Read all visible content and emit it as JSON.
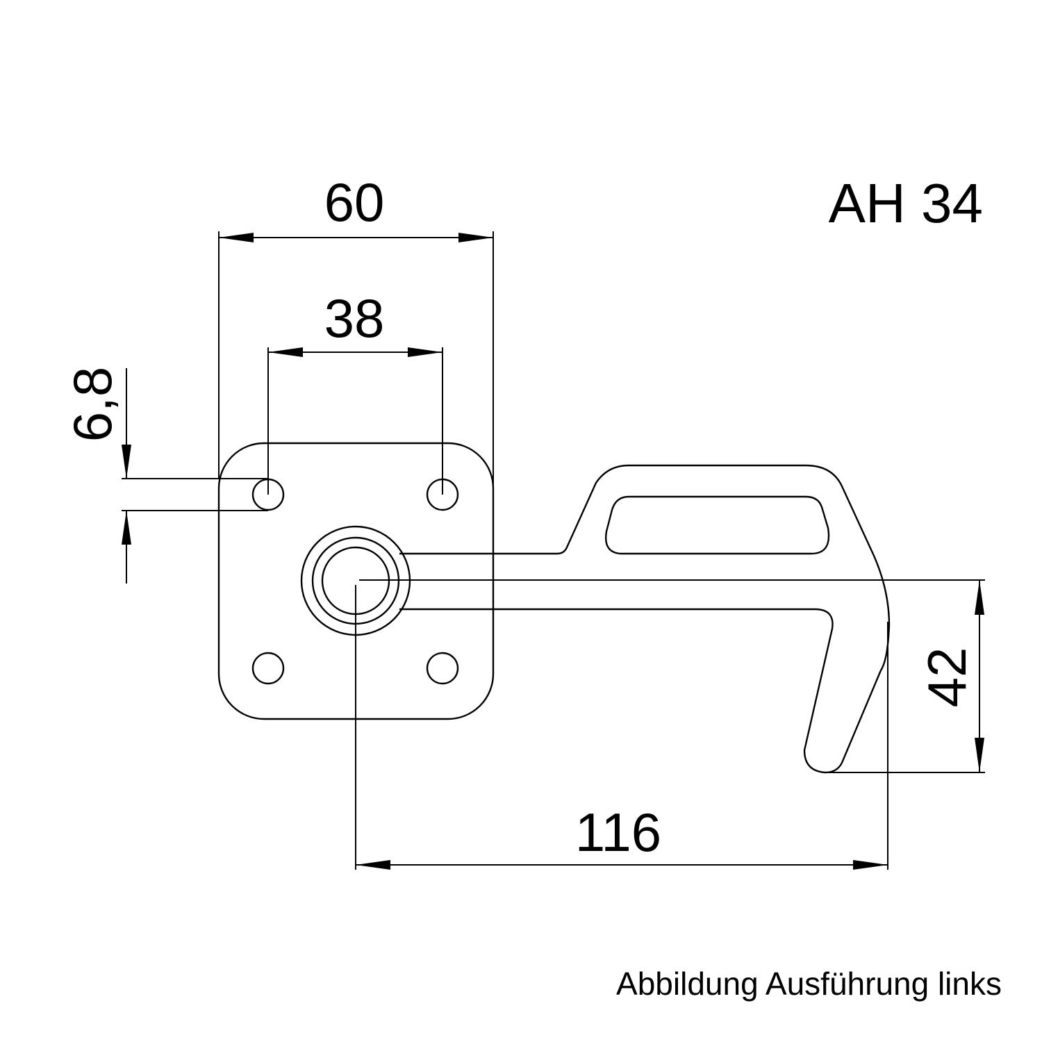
{
  "title": "AH 34",
  "caption": "Abbildung Ausführung links",
  "dimensions": {
    "width_plate": "60",
    "hole_spacing": "38",
    "hole_diameter": "6,8",
    "hook_height": "42",
    "length": "116"
  },
  "colors": {
    "line": "#000000",
    "background": "#ffffff"
  }
}
